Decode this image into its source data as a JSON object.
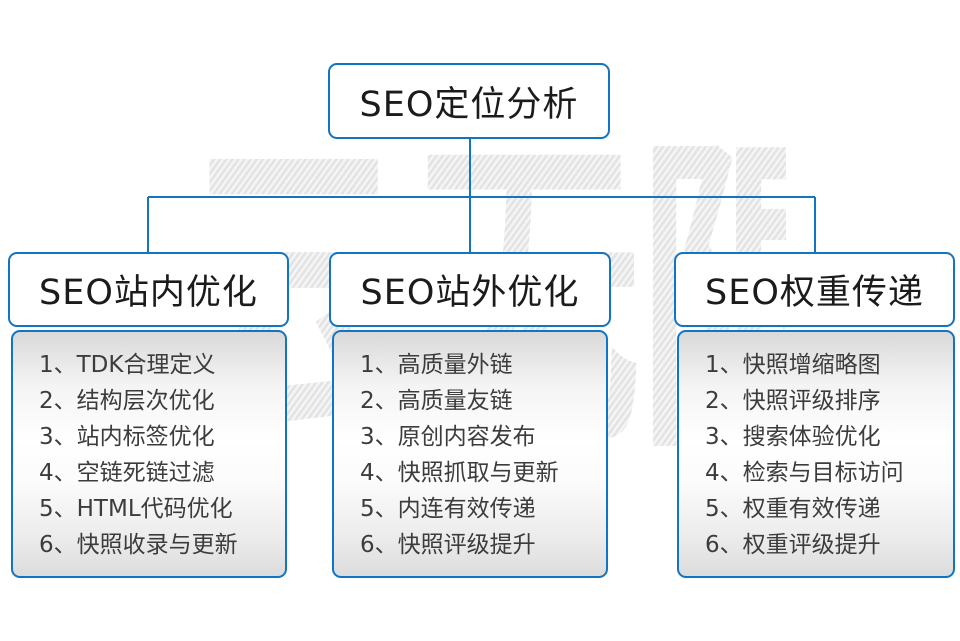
{
  "watermark": "云无限",
  "colors": {
    "accent_blue": "#1374c2",
    "header_text": "#1b1b1b",
    "list_text": "#3c3c3c",
    "watermark_gray": "#ebebeb"
  },
  "root": {
    "title": "SEO定位分析"
  },
  "columns": [
    {
      "title": "SEO站内优化",
      "items": [
        "1、TDK合理定义",
        "2、结构层次优化",
        "3、站内标签优化",
        "4、空链死链过滤",
        "5、HTML代码优化",
        "6、快照收录与更新"
      ]
    },
    {
      "title": "SEO站外优化",
      "items": [
        "1、高质量外链",
        "2、高质量友链",
        "3、原创内容发布",
        "4、快照抓取与更新",
        "5、内连有效传递",
        "6、快照评级提升"
      ]
    },
    {
      "title": "SEO权重传递",
      "items": [
        "1、快照增缩略图",
        "2、快照评级排序",
        "3、搜索体验优化",
        "4、检索与目标访问",
        "5、权重有效传递",
        "6、权重评级提升"
      ]
    }
  ]
}
